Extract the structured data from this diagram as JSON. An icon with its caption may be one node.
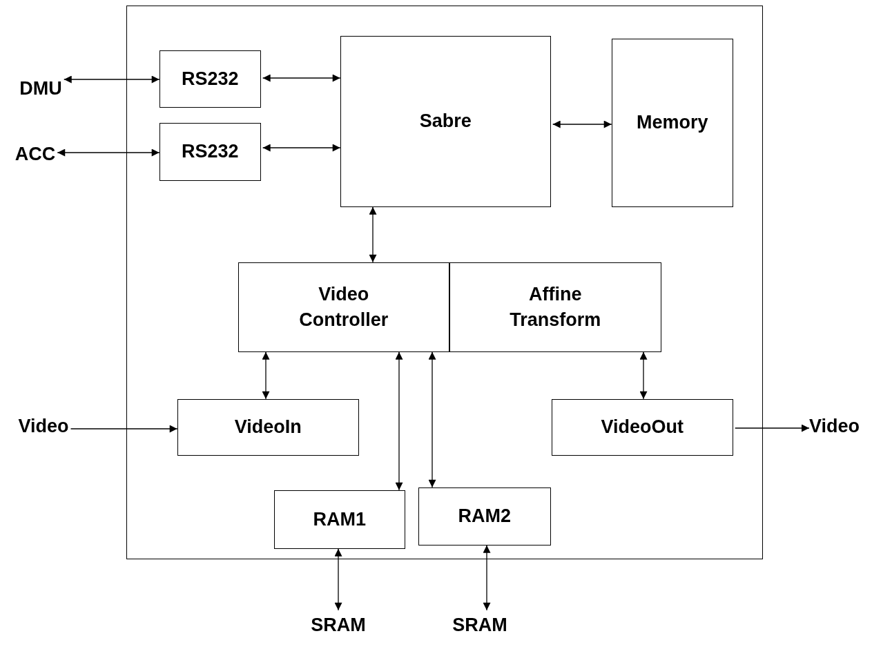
{
  "diagram": {
    "nodes": [
      {
        "text": [],
        "shape": "box"
      },
      {
        "text": [
          "DMU"
        ]
      },
      {
        "text": [
          "ACC"
        ]
      },
      {
        "text": [
          "RS232"
        ],
        "in": 0
      },
      {
        "text": [
          "RS232"
        ],
        "in": 0
      },
      {
        "text": [
          "Sabre"
        ],
        "in": 0
      },
      {
        "text": [
          "Memory"
        ],
        "in": 0
      },
      {
        "text": [
          "Video Controller"
        ],
        "in": 0
      },
      {
        "text": [
          "Affine Transform"
        ],
        "in": 0
      },
      {
        "text": [
          "Video"
        ]
      },
      {
        "text": [
          "VideoIn"
        ],
        "in": 0
      },
      {
        "text": [
          "VideoOut"
        ],
        "in": 0
      },
      {
        "text": [
          "Video"
        ]
      },
      {
        "text": [
          "RAM1"
        ],
        "in": 0
      },
      {
        "text": [
          "RAM2"
        ],
        "in": 0
      },
      {
        "text": [
          "SRAM"
        ]
      },
      {
        "text": [
          "SRAM"
        ]
      }
    ],
    "edges": [
      {
        "from": 1,
        "to": 3,
        "arrow": "both"
      },
      {
        "from": 2,
        "to": 4,
        "arrow": "both"
      },
      {
        "from": 3,
        "to": 5,
        "arrow": "both"
      },
      {
        "from": 4,
        "to": 5,
        "arrow": "both"
      },
      {
        "from": 5,
        "to": 6,
        "arrow": "both"
      },
      {
        "from": 5,
        "to": 7,
        "arrow": "both"
      },
      {
        "from": 7,
        "to": 10,
        "arrow": "both"
      },
      {
        "from": 7,
        "to": 13,
        "arrow": "both"
      },
      {
        "from": 7,
        "to": 14,
        "arrow": "both"
      },
      {
        "from": 8,
        "to": 11,
        "arrow": "both"
      },
      {
        "from": 9,
        "to": 10,
        "arrow": "to"
      },
      {
        "from": 11,
        "to": 12,
        "arrow": "to"
      },
      {
        "from": 13,
        "to": 15,
        "arrow": "both"
      },
      {
        "from": 14,
        "to": 16,
        "arrow": "both"
      }
    ]
  }
}
